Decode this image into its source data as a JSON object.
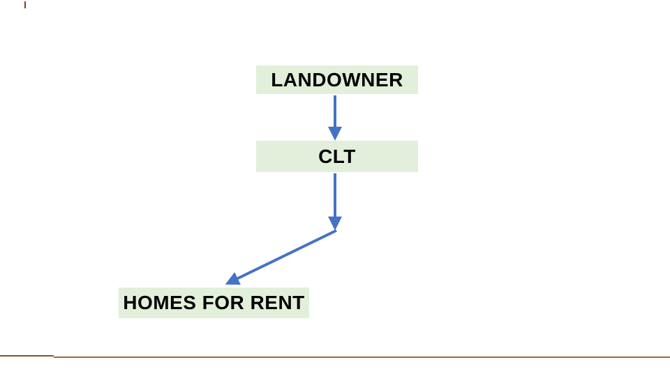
{
  "diagram": {
    "type": "flow",
    "node_fill_color": "#e2efda",
    "node_text_color": "#000000",
    "arrow_color": "#4472c4",
    "nodes": [
      {
        "id": "landowner",
        "label": "LANDOWNER"
      },
      {
        "id": "clt",
        "label": "CLT"
      },
      {
        "id": "homes-for-rent",
        "label": "HOMES FOR RENT"
      }
    ],
    "connectors": [
      {
        "from": "landowner",
        "to": "clt",
        "style": "straight-vertical-arrow"
      },
      {
        "from": "clt",
        "to": "homes-for-rent",
        "style": "bent-arrow-down-then-diagonal"
      }
    ]
  },
  "decorations": {
    "bottom_rule_left_color": "#7d552a",
    "bottom_rule_right_color": "#a5672c",
    "top_left_mark_color": "#833c25"
  }
}
